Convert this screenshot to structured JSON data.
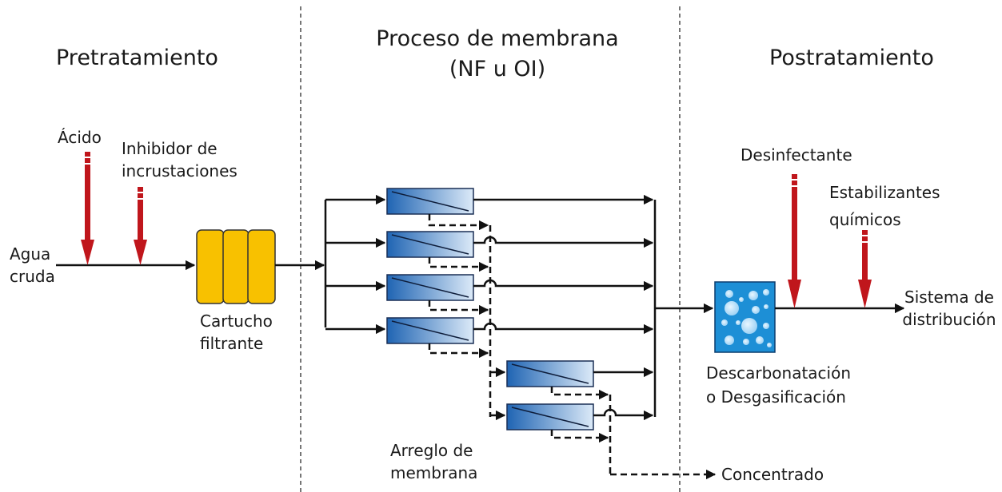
{
  "sections": {
    "pretreatment": "Pretratamiento",
    "membrane_line1": "Proceso de membrana",
    "membrane_line2": "(NF u OI)",
    "posttreatment": "Postratamiento"
  },
  "labels": {
    "raw_water_1": "Agua",
    "raw_water_2": "cruda",
    "acid": "Ácido",
    "inhibitor_1": "Inhibidor de",
    "inhibitor_2": "incrustaciones",
    "cartridge_1": "Cartucho",
    "cartridge_2": "filtrante",
    "array_1": "Arreglo de",
    "array_2": "membrana",
    "concentrate": "Concentrado",
    "disinfectant": "Desinfectante",
    "stabilizers_1": "Estabilizantes",
    "stabilizers_2": "químicos",
    "decarb_1": "Descarbonatación",
    "decarb_2": "o Desgasificación",
    "distribution_1": "Sistema de",
    "distribution_2": "distribución"
  },
  "colors": {
    "injection_arrow": "#c0161c",
    "cartridge_fill": "#f8c100",
    "membrane_fill": "#2f7ccc",
    "degasifier_fill": "#1d8fd6"
  }
}
